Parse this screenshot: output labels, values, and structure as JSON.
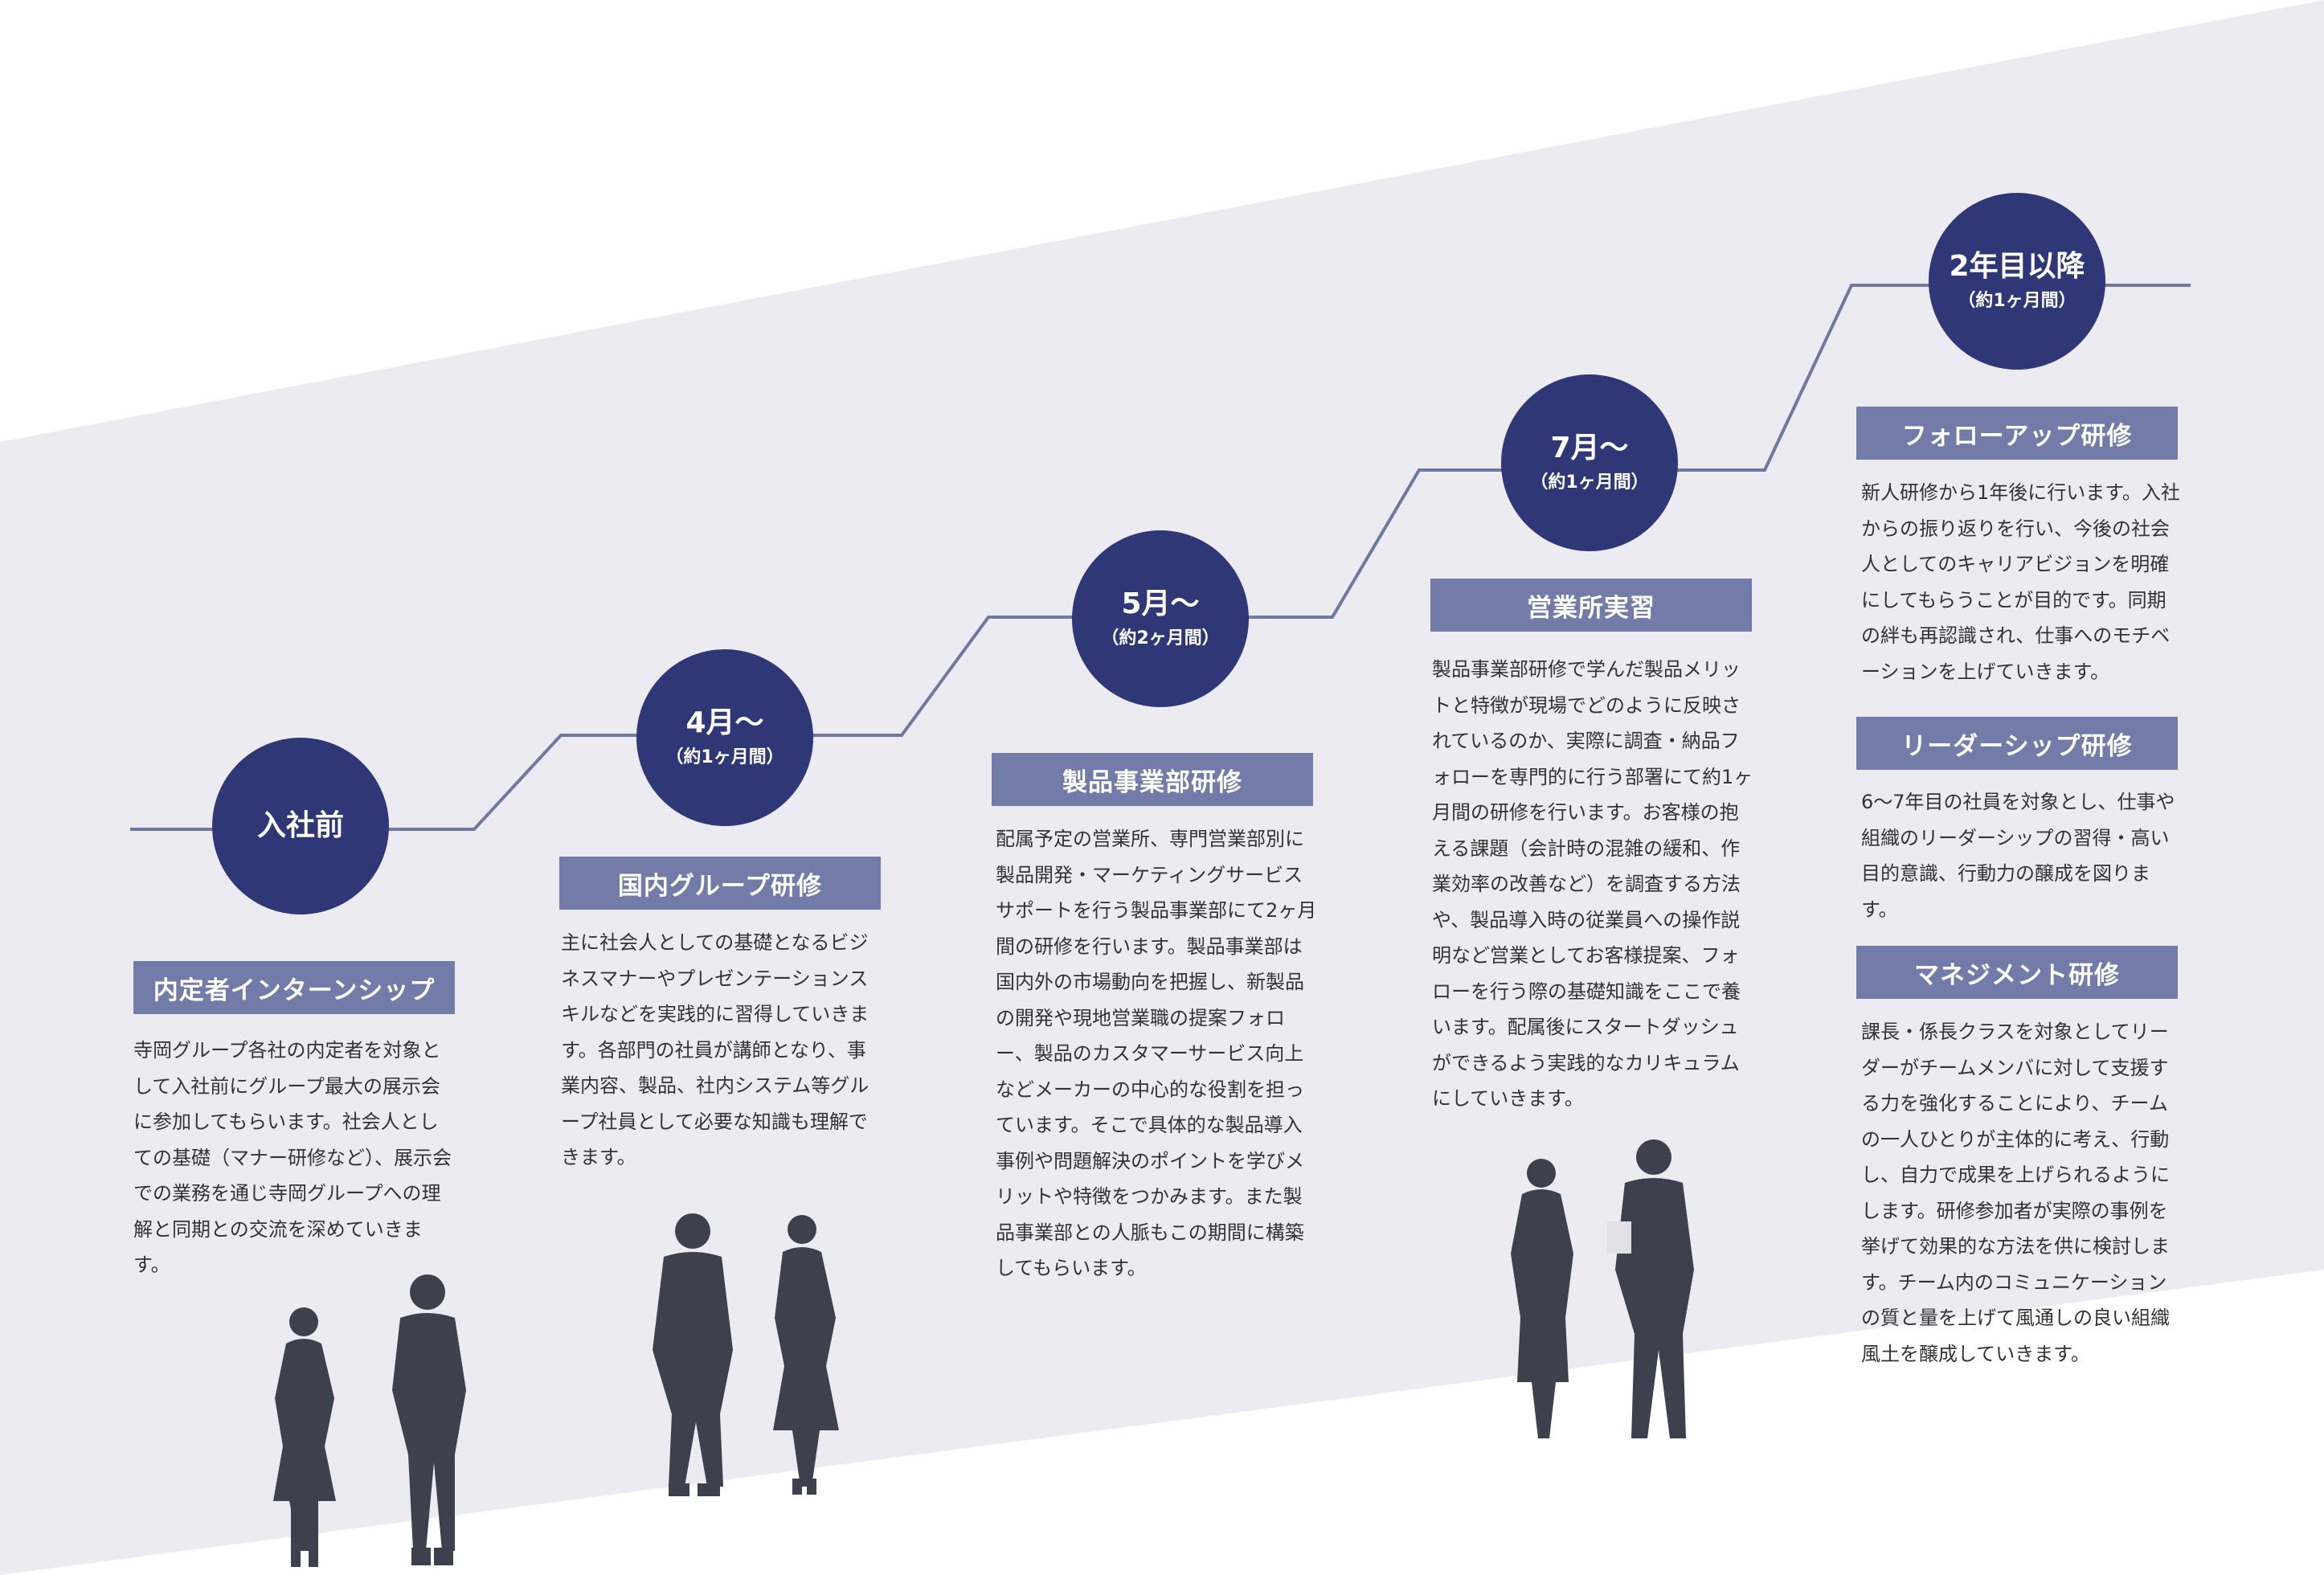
{
  "colors": {
    "band": "#ebebf1",
    "node": "#2f3776",
    "header": "#737ca9",
    "line": "#6f789f",
    "silhouette": "#3d404d",
    "text": "#333333"
  },
  "stages": [
    {
      "title": "入社前",
      "sub": "",
      "programs": [
        {
          "header": "内定者インターンシップ",
          "body": "寺岡グループ各社の内定者を対象として入社前にグループ最大の展示会に参加してもらいます。社会人としての基礎（マナー研修など）、展示会での業務を通じ寺岡グループへの理解と同期との交流を深めていきます。"
        }
      ]
    },
    {
      "title": "4月〜",
      "sub": "（約1ヶ月間）",
      "programs": [
        {
          "header": "国内グループ研修",
          "body": "主に社会人としての基礎となるビジネスマナーやプレゼンテーションスキルなどを実践的に習得していきます。各部門の社員が講師となり、事業内容、製品、社内システム等グループ社員として必要な知識も理解できます。"
        }
      ]
    },
    {
      "title": "5月〜",
      "sub": "（約2ヶ月間）",
      "programs": [
        {
          "header": "製品事業部研修",
          "body": "配属予定の営業所、専門営業部別に製品開発・マーケティングサービスサポートを行う製品事業部にて2ヶ月間の研修を行います。製品事業部は国内外の市場動向を把握し、新製品の開発や現地営業職の提案フォロー、製品のカスタマーサービス向上などメーカーの中心的な役割を担っています。そこで具体的な製品導入事例や問題解決のポイントを学びメリットや特徴をつかみます。また製品事業部との人脈もこの期間に構築してもらいます。"
        }
      ]
    },
    {
      "title": "7月〜",
      "sub": "（約1ヶ月間）",
      "programs": [
        {
          "header": "営業所実習",
          "body": "製品事業部研修で学んだ製品メリットと特徴が現場でどのように反映されているのか、実際に調査・納品フォローを専門的に行う部署にて約1ヶ月間の研修を行います。お客様の抱える課題（会計時の混雑の緩和、作業効率の改善など）を調査する方法や、製品導入時の従業員への操作説明など営業としてお客様提案、フォローを行う際の基礎知識をここで養います。配属後にスタートダッシュができるよう実践的なカリキュラムにしていきます。"
        }
      ]
    },
    {
      "title": "2年目以降",
      "sub": "（約1ヶ月間）",
      "programs": [
        {
          "header": "フォローアップ研修",
          "body": "新人研修から1年後に行います。入社からの振り返りを行い、今後の社会人としてのキャリアビジョンを明確にしてもらうことが目的です。同期の絆も再認識され、仕事へのモチベーションを上げていきます。"
        },
        {
          "header": "リーダーシップ研修",
          "body": "6〜7年目の社員を対象とし、仕事や組織のリーダーシップの習得・高い目的意識、行動力の醸成を図ります。"
        },
        {
          "header": "マネジメント研修",
          "body": "課長・係長クラスを対象としてリーダーがチームメンバに対して支援する力を強化することにより、チームの一人ひとりが主体的に考え、行動し、自力で成果を上げられるようにします。研修参加者が実際の事例を挙げて効果的な方法を供に検討します。チーム内のコミュニケーションの質と量を上げて風通しの良い組織風土を醸成していきます。"
        }
      ]
    }
  ]
}
